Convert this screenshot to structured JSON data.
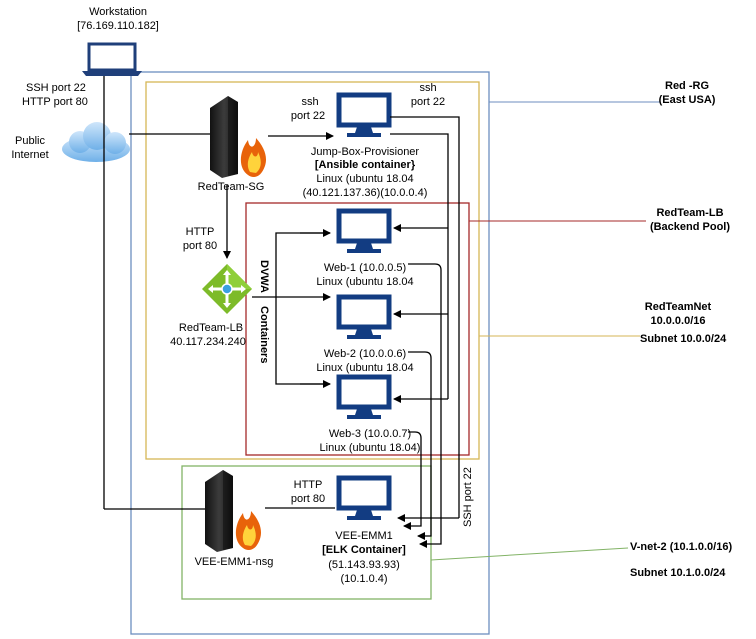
{
  "workstation": {
    "title": "Workstation",
    "ip": "[76.169.110.182]"
  },
  "ports_left": [
    "SSH port 22",
    "HTTP port 80"
  ],
  "public_internet": [
    "Public",
    "Internet"
  ],
  "ssh_jump": [
    "ssh",
    "port 22"
  ],
  "ssh_top": [
    "ssh",
    "port 22"
  ],
  "jumpbox": [
    "Jump-Box-Provisioner",
    "[Ansible container}",
    "Linux (ubuntu 18.04",
    "(40.121.137.36)(10.0.0.4)"
  ],
  "redteam_sg": "RedTeam-SG",
  "http_lb": [
    "HTTP",
    "port 80"
  ],
  "lb": [
    "RedTeam-LB",
    "40.117.234.240"
  ],
  "dvwa": "DVWA",
  "containers": "Containers",
  "web1": [
    "Web-1 (10.0.0.5)",
    "Linux (ubuntu 18.04"
  ],
  "web2": [
    "Web-2 (10.0.0.6)",
    "Linux (ubuntu 18.04"
  ],
  "web3": [
    "Web-3 (10.0.0.7)",
    "Linux (ubuntu 18.04)"
  ],
  "http_elk": [
    "HTTP",
    "port 80"
  ],
  "elk": [
    "VEE-EMM1",
    "[ELK Container]",
    "(51.143.93.93)",
    "(10.1.0.4)"
  ],
  "nsg": "VEE-EMM1-nsg",
  "ssh_vertical": "SSH port 22",
  "right_labels": {
    "rg": [
      "Red -RG",
      "(East USA)"
    ],
    "lb": [
      "RedTeam-LB",
      "(Backend Pool)"
    ],
    "net": [
      "RedTeamNet",
      "10.0.0.0/16"
    ],
    "subnet1": "Subnet 10.0.0/24",
    "vnet2": "V-net-2 (10.1.0.0/16)",
    "subnet2": "Subnet 10.1.0.0/24"
  },
  "colors": {
    "rg": "#6c8ebf",
    "net": "#d6b656",
    "lb": "#a52a2a",
    "vnet2": "#82b366"
  }
}
